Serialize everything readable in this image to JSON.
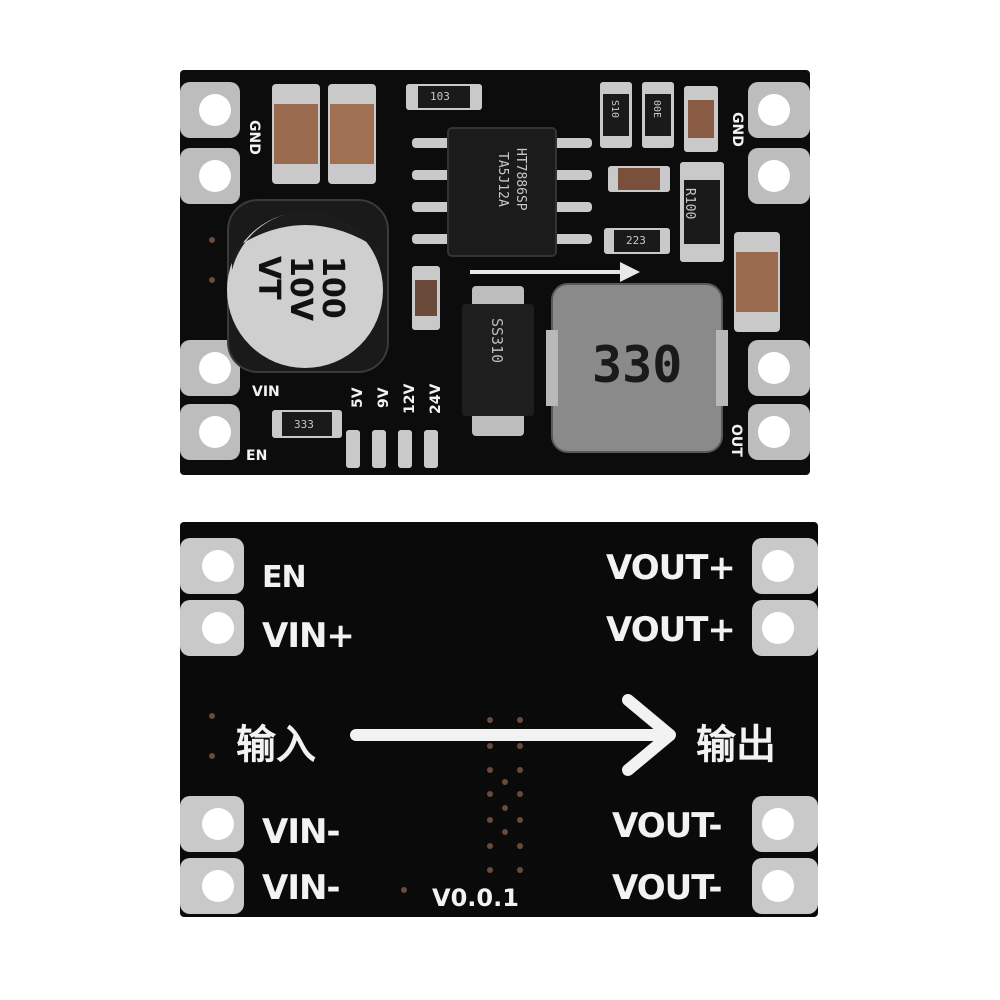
{
  "top_board": {
    "capacitor": {
      "line1": "100",
      "line2": "10V",
      "line3": "VT"
    },
    "ic": {
      "line1": "HT7886SP",
      "line2": "TA5J12A"
    },
    "diode": {
      "label": "SS310"
    },
    "inductor": {
      "label": "330"
    },
    "resistor_top": "103",
    "resistor_r100": "R100",
    "resistor_223": "223",
    "resistor_333": "333",
    "small_parts": [
      "S10",
      "00E"
    ],
    "silk": {
      "gnd_left": "GND",
      "gnd_right": "GND",
      "vin": "VIN",
      "en": "EN",
      "out": "OUT",
      "v5": "5V",
      "v9": "9V",
      "v12": "12V",
      "v24": "24V"
    }
  },
  "bottom_board": {
    "left_pads": [
      "EN",
      "VIN+",
      "VIN-",
      "VIN-"
    ],
    "right_pads": [
      "VOUT+",
      "VOUT+",
      "VOUT-",
      "VOUT-"
    ],
    "input_label": "输入",
    "output_label": "输出",
    "version": "V0.0.1"
  },
  "colors": {
    "pcb": "#0c0c0c",
    "silkscreen": "#f2f2f2",
    "pad_silver": "#c9c9c9",
    "ceramic_cap": "#9a6a4f",
    "inductor_gray": "#8a8a8a"
  }
}
